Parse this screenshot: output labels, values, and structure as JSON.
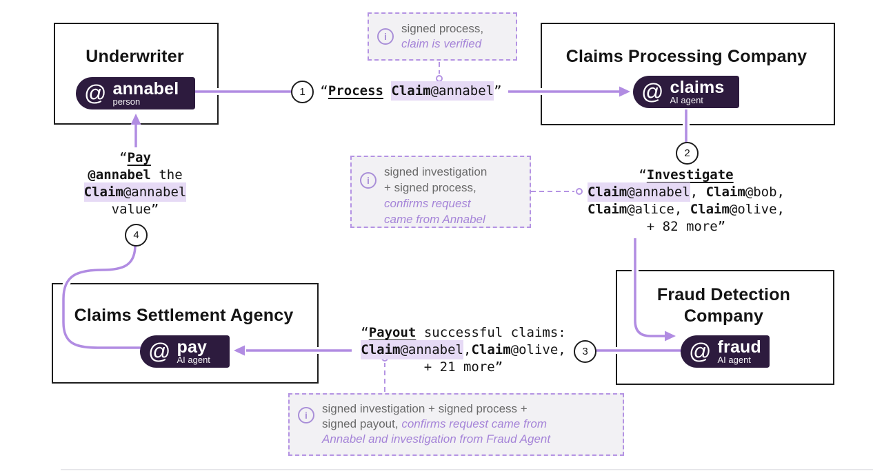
{
  "colors": {
    "accent_line": "#b18ce2",
    "badge_bg": "#2d1b3e",
    "highlight": "#e6daf5",
    "note_bg": "#f2f1f4",
    "note_muted_text": "#6a6a6a",
    "note_accent_text": "#a584d8",
    "box_border": "#1c1c1c"
  },
  "entities": {
    "underwriter": {
      "title": "Underwriter",
      "badge": {
        "at": "@",
        "handle": "annabel",
        "type": "person"
      }
    },
    "processing": {
      "title": "Claims Processing Company",
      "badge": {
        "at": "@",
        "handle": "claims",
        "type": "AI agent"
      }
    },
    "fraud": {
      "title_line1": "Fraud Detection",
      "title_line2": "Company",
      "badge": {
        "at": "@",
        "handle": "fraud",
        "type": "AI agent"
      }
    },
    "settlement": {
      "title": "Claims Settlement Agency",
      "badge": {
        "at": "@",
        "handle": "pay",
        "type": "AI agent"
      }
    }
  },
  "steps": {
    "s1": "1",
    "s2": "2",
    "s3": "3",
    "s4": "4"
  },
  "messages": {
    "m1": {
      "lines": [
        [
          {
            "t": "“"
          },
          {
            "t": "Process",
            "b": true,
            "u": true
          },
          {
            "t": " "
          },
          {
            "t": "Claim",
            "b": true,
            "hl": true
          },
          {
            "t": "@annabel",
            "hl": true
          },
          {
            "t": "”"
          }
        ]
      ]
    },
    "m2": {
      "lines": [
        [
          {
            "t": "“"
          },
          {
            "t": "Investigate",
            "b": true,
            "u": true
          }
        ],
        [
          {
            "t": "Claim",
            "b": true,
            "hl": true
          },
          {
            "t": "@annabel",
            "hl": true
          },
          {
            "t": ", "
          },
          {
            "t": "Claim",
            "b": true
          },
          {
            "t": "@bob,"
          }
        ],
        [
          {
            "t": "Claim",
            "b": true
          },
          {
            "t": "@alice, "
          },
          {
            "t": "Claim",
            "b": true
          },
          {
            "t": "@olive,"
          }
        ],
        [
          {
            "t": "+ 82 more”"
          }
        ]
      ]
    },
    "m3": {
      "lines": [
        [
          {
            "t": "“"
          },
          {
            "t": "Payout",
            "b": true,
            "u": true
          },
          {
            "t": " successful claims:"
          }
        ],
        [
          {
            "t": "Claim",
            "b": true,
            "hl": true
          },
          {
            "t": "@annabel",
            "hl": true
          },
          {
            "t": ","
          },
          {
            "t": "Claim",
            "b": true
          },
          {
            "t": "@olive,"
          }
        ],
        [
          {
            "t": "+ 21 more”"
          }
        ]
      ]
    },
    "m4": {
      "lines": [
        [
          {
            "t": "“"
          },
          {
            "t": "Pay",
            "b": true,
            "u": true
          }
        ],
        [
          {
            "t": "@annabel",
            "b": true
          },
          {
            "t": " the"
          }
        ],
        [
          {
            "t": "Claim",
            "b": true,
            "hl": true
          },
          {
            "t": "@annabel",
            "hl": true
          }
        ],
        [
          {
            "t": "value”"
          }
        ]
      ]
    }
  },
  "notes": {
    "icon": "i",
    "n1": {
      "lines": [
        [
          {
            "t": "signed process,",
            "muted": true
          }
        ],
        [
          {
            "t": "claim is verified",
            "accent": true
          }
        ]
      ]
    },
    "n2": {
      "lines": [
        [
          {
            "t": "signed investigation",
            "muted": true
          }
        ],
        [
          {
            "t": "+ signed process,",
            "muted": true
          }
        ],
        [
          {
            "t": "confirms request",
            "accent": true
          }
        ],
        [
          {
            "t": "came from Annabel",
            "accent": true
          }
        ]
      ]
    },
    "n3": {
      "lines": [
        [
          {
            "t": "signed investigation + signed process +",
            "muted": true
          }
        ],
        [
          {
            "t": "signed payout, ",
            "muted": true
          },
          {
            "t": "confirms request came from",
            "accent": true
          }
        ],
        [
          {
            "t": "Annabel and investigation from Fraud Agent",
            "accent": true
          }
        ]
      ]
    }
  }
}
